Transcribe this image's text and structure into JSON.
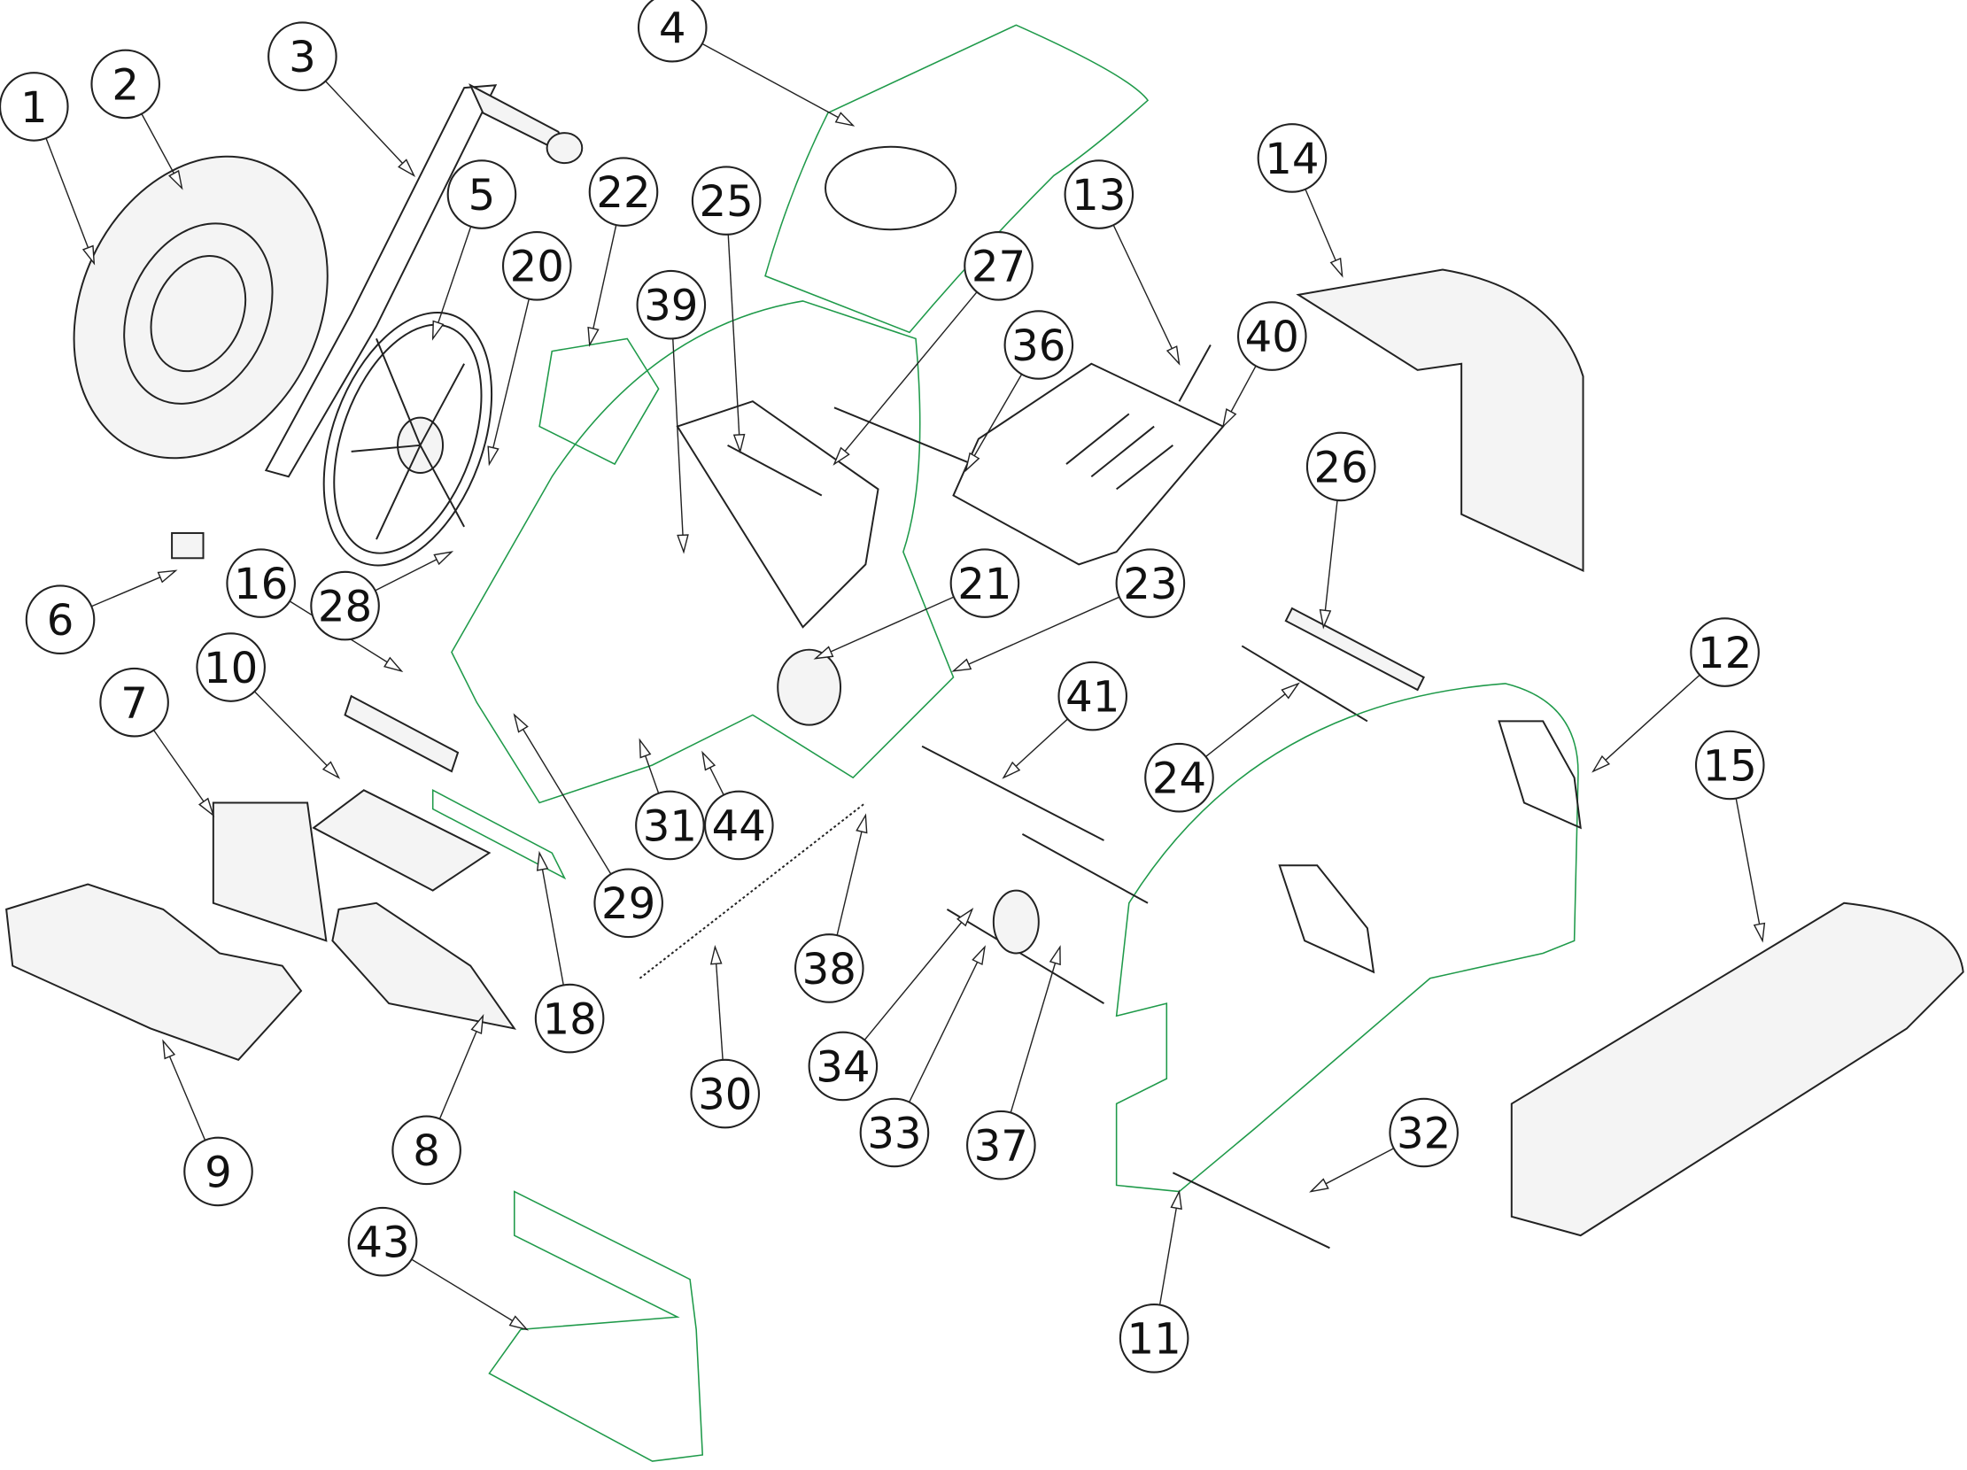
{
  "diagram": {
    "type": "exploded-parts-view",
    "accent_color": "#1f9a4a",
    "callouts": [
      {
        "label": "1"
      },
      {
        "label": "2"
      },
      {
        "label": "3"
      },
      {
        "label": "4"
      },
      {
        "label": "5"
      },
      {
        "label": "20"
      },
      {
        "label": "22"
      },
      {
        "label": "25"
      },
      {
        "label": "39"
      },
      {
        "label": "27"
      },
      {
        "label": "36"
      },
      {
        "label": "13"
      },
      {
        "label": "40"
      },
      {
        "label": "14"
      },
      {
        "label": "26"
      },
      {
        "label": "6"
      },
      {
        "label": "16"
      },
      {
        "label": "28"
      },
      {
        "label": "21"
      },
      {
        "label": "23"
      },
      {
        "label": "10"
      },
      {
        "label": "7"
      },
      {
        "label": "41"
      },
      {
        "label": "12"
      },
      {
        "label": "15"
      },
      {
        "label": "24"
      },
      {
        "label": "31"
      },
      {
        "label": "44"
      },
      {
        "label": "29"
      },
      {
        "label": "38"
      },
      {
        "label": "18"
      },
      {
        "label": "9"
      },
      {
        "label": "8"
      },
      {
        "label": "30"
      },
      {
        "label": "34"
      },
      {
        "label": "33"
      },
      {
        "label": "37"
      },
      {
        "label": "32"
      },
      {
        "label": "43"
      },
      {
        "label": "11"
      }
    ]
  }
}
